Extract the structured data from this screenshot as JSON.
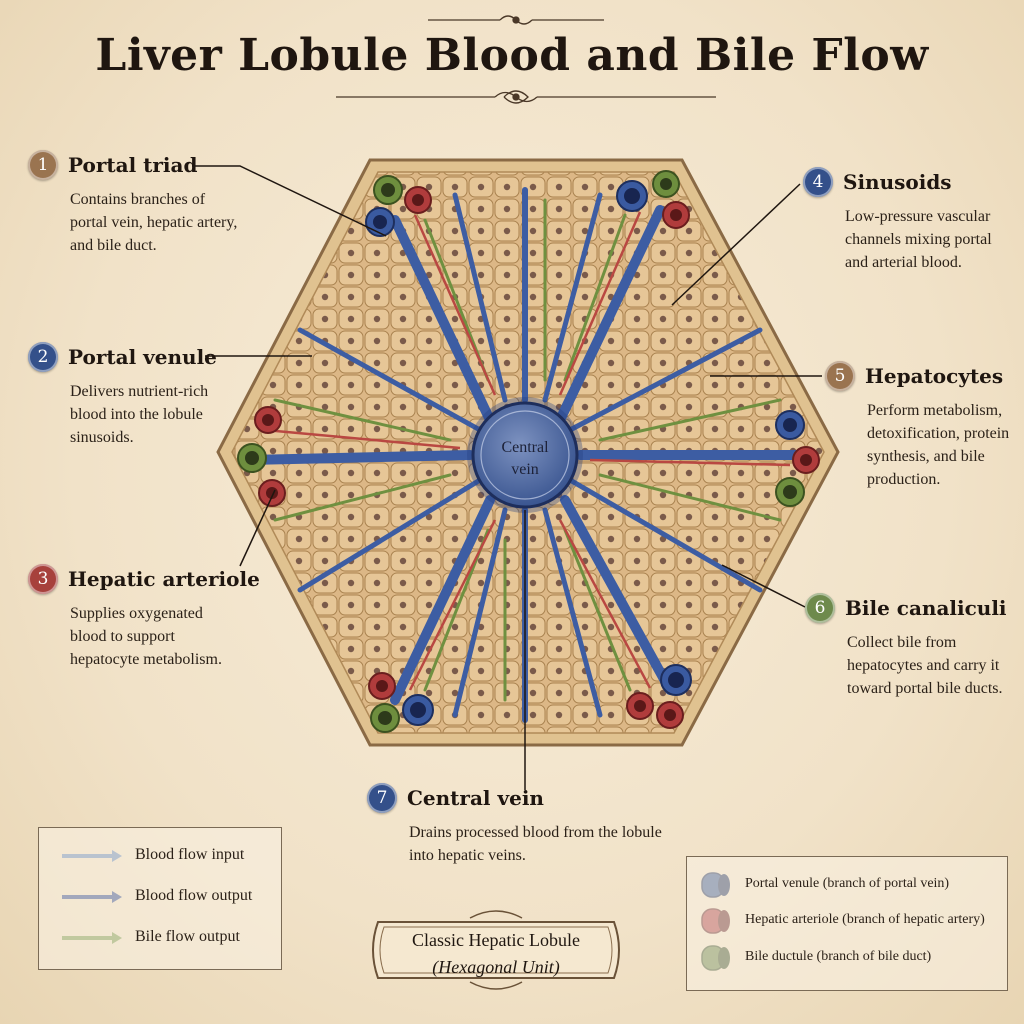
{
  "title": "Liver Lobule Blood and Bile Flow",
  "central_label": {
    "line1": "Central",
    "line2": "vein"
  },
  "callouts": [
    {
      "number": "1",
      "title": "Portal triad",
      "description": "Contains branches of\nportal vein, hepatic artery,\nand bile duct.",
      "color": "#9a7450"
    },
    {
      "number": "2",
      "title": "Portal venule",
      "description": "Delivers nutrient-rich\nblood into the lobule\nsinusoids.",
      "color": "#34508a"
    },
    {
      "number": "3",
      "title": "Hepatic arteriole",
      "description": "Supplies oxygenated\nblood to support\nhepatocyte metabolism.",
      "color": "#a7413c"
    },
    {
      "number": "4",
      "title": "Sinusoids",
      "description": "Low-pressure vascular\nchannels mixing portal\nand arterial blood.",
      "color": "#34508a"
    },
    {
      "number": "5",
      "title": "Hepatocytes",
      "description": "Perform metabolism,\ndetoxification, protein\nsynthesis, and bile\nproduction.",
      "color": "#9a7450"
    },
    {
      "number": "6",
      "title": "Bile canaliculi",
      "description": "Collect bile from\nhepatocytes and carry it\ntoward portal bile ducts.",
      "color": "#6e8a4c"
    },
    {
      "number": "7",
      "title": "Central vein",
      "description": "Drains processed blood from the lobule\ninto hepatic veins.",
      "color": "#34508a"
    }
  ],
  "flow_legend": [
    {
      "label": "Blood flow input",
      "color": "#5b7fb5"
    },
    {
      "label": "Blood flow output",
      "color": "#223c86"
    },
    {
      "label": "Bile flow output",
      "color": "#6e8e3e"
    }
  ],
  "vessel_legend": [
    {
      "label": "Portal venule (branch of portal vein)",
      "color": "#2f4f8a"
    },
    {
      "label": "Hepatic arteriole (branch of hepatic artery)",
      "color": "#a8363a"
    },
    {
      "label": "Bile ductule (branch of bile duct)",
      "color": "#5f7c3c"
    }
  ],
  "plaque": {
    "title": "Classic Hepatic Lobule",
    "subtitle": "(Hexagonal Unit)"
  }
}
